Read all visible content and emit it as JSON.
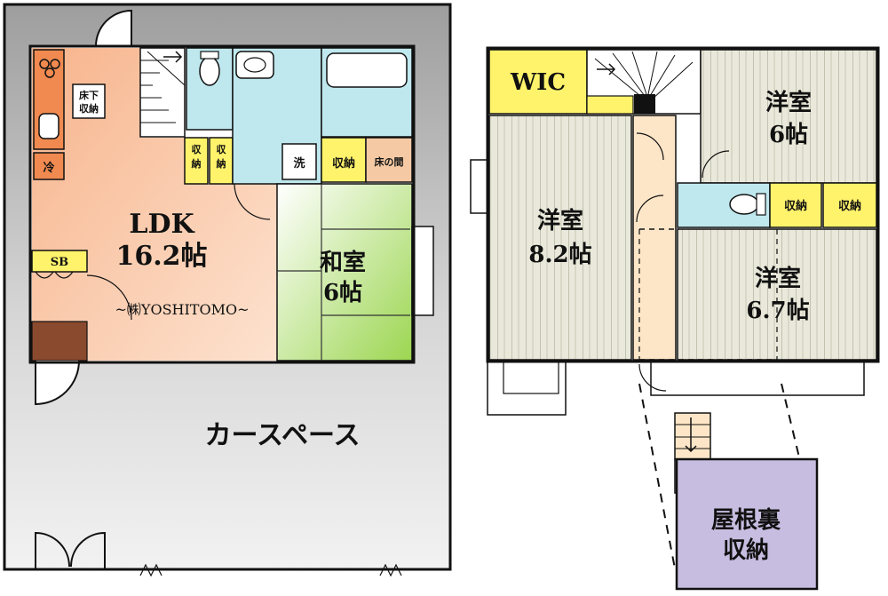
{
  "plan": {
    "floor1": {
      "rooms": {
        "ldk_name": "LDK",
        "ldk_size": "16.2帖",
        "washitsu_name": "和室",
        "washitsu_size": "6帖"
      },
      "fixtures": {
        "yukashita": "床下\n収納",
        "rei": "冷",
        "sb": "SB",
        "shuno_a": "収\n納",
        "shuno_b": "収\n納",
        "sen": "洗",
        "shuno_c": "収納",
        "tokonoma": "床の間"
      },
      "watermark": "~㈱YOSHITOMO~",
      "carspace": "カースペース"
    },
    "floor2": {
      "rooms": {
        "wic": "WIC",
        "yoshitsu_a_name": "洋室",
        "yoshitsu_a_size": "8.2帖",
        "yoshitsu_b_name": "洋室",
        "yoshitsu_b_size": "6帖",
        "yoshitsu_c_name": "洋室",
        "yoshitsu_c_size": "6.7帖"
      },
      "fixtures": {
        "shuno_d": "収納",
        "shuno_e": "収納"
      },
      "attic_line1": "屋根裏",
      "attic_line2": "収納"
    },
    "colors": {
      "ldk": "#f9cfb3",
      "washitsu": "#b8e07a",
      "wet": "#bfe8ee",
      "storage": "#fff36b",
      "hall2": "#fde6c8",
      "yoshitsu": "#e4e3d3",
      "attic": "#c7bde0",
      "carspace": "#b5b5b5",
      "kitchen": "#f08a50"
    }
  }
}
